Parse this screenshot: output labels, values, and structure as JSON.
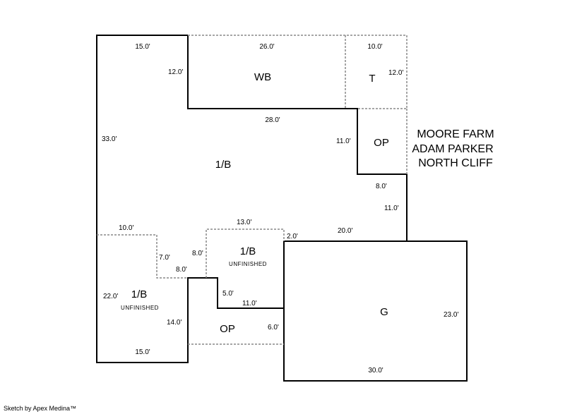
{
  "title": [
    "MOORE FARM",
    "ADAM PARKER",
    "NORTH CLIFF"
  ],
  "footer": "Sketch by Apex Medina™",
  "areas": {
    "wb": "WB",
    "t": "T",
    "op_upper": "OP",
    "main": "1/B",
    "unf_center": "1/B",
    "unf_center_sub": "UNFINISHED",
    "unf_left": "1/B",
    "unf_left_sub": "UNFINISHED",
    "op_lower": "OP",
    "garage": "G"
  },
  "dims": {
    "d15_top": "15.0'",
    "d26": "26.0'",
    "d10_top": "10.0'",
    "d12_wb": "12.0'",
    "d12_t": "12.0'",
    "d28": "28.0'",
    "d33": "33.0'",
    "d11_op": "11.0'",
    "d8_op": "8.0'",
    "d11_right": "11.0'",
    "d10_left": "10.0'",
    "d13": "13.0'",
    "d2": "2.0'",
    "d20": "20.0'",
    "d7": "7.0'",
    "d8_a": "8.0'",
    "d8_b": "8.0'",
    "d22": "22.0'",
    "d5": "5.0'",
    "d11_mid": "11.0'",
    "d14": "14.0'",
    "d6": "6.0'",
    "d15_bottom": "15.0'",
    "d23": "23.0'",
    "d30": "30.0'"
  }
}
